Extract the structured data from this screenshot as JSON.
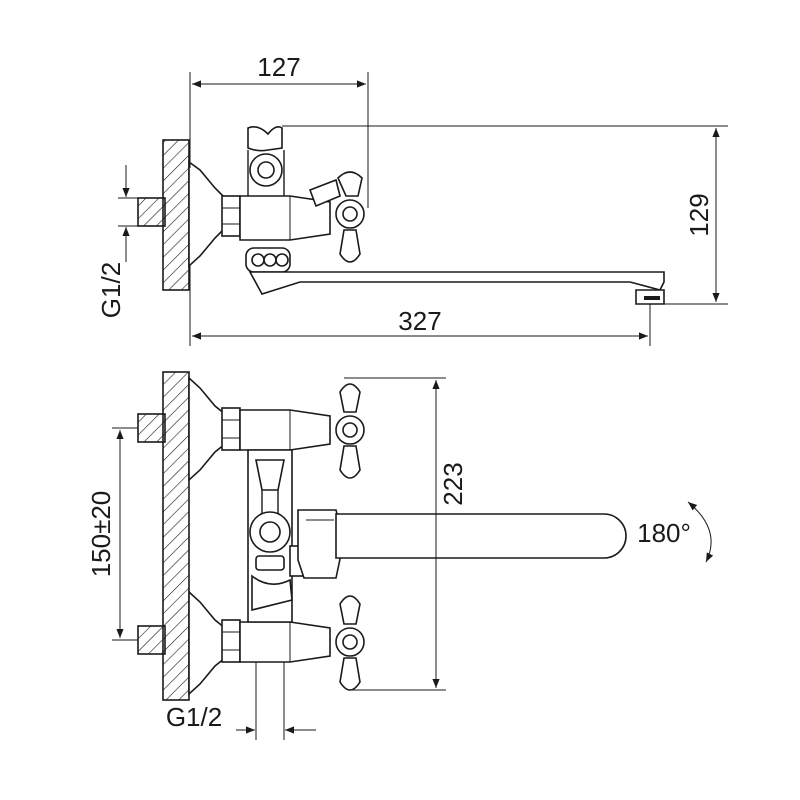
{
  "drawing": {
    "top_view": {
      "dim_width": "127",
      "dim_height": "129",
      "dim_length": "327",
      "thread": "G1/2"
    },
    "front_view": {
      "dim_centers": "150±20",
      "dim_height": "223",
      "rotation": "180°",
      "thread": "G1/2"
    }
  }
}
